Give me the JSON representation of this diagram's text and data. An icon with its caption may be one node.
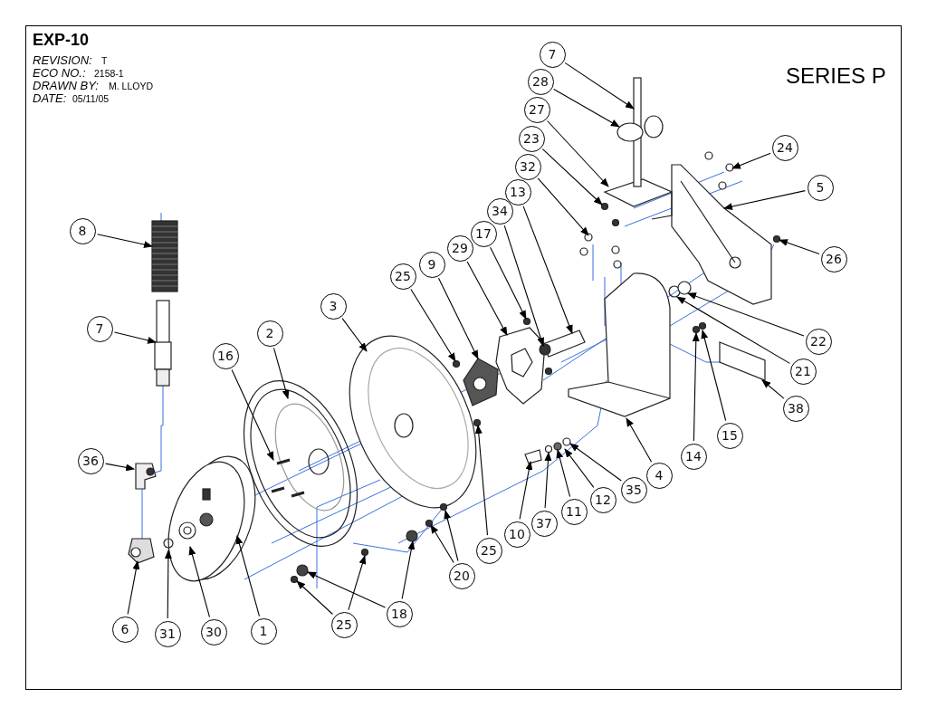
{
  "diagram": {
    "nodes": [
      {
        "text": [
          "7"
        ]
      },
      {
        "text": [
          "28"
        ]
      },
      {
        "text": [
          "27"
        ]
      },
      {
        "text": [
          "23"
        ]
      },
      {
        "text": [
          "32"
        ]
      },
      {
        "text": [
          "13"
        ]
      },
      {
        "text": [
          "34"
        ]
      },
      {
        "text": [
          "17"
        ]
      },
      {
        "text": [
          "29"
        ]
      },
      {
        "text": [
          "9"
        ]
      },
      {
        "text": [
          "25"
        ]
      },
      {
        "text": [
          "3"
        ]
      },
      {
        "text": [
          "2"
        ]
      },
      {
        "text": [
          "16"
        ]
      },
      {
        "text": [
          "8"
        ]
      },
      {
        "text": [
          "7"
        ]
      },
      {
        "text": [
          "36"
        ]
      },
      {
        "text": [
          "24"
        ]
      },
      {
        "text": [
          "5"
        ]
      },
      {
        "text": [
          "26"
        ]
      },
      {
        "text": [
          "22"
        ]
      },
      {
        "text": [
          "21"
        ]
      },
      {
        "text": [
          "38"
        ]
      },
      {
        "text": [
          "15"
        ]
      },
      {
        "text": [
          "14"
        ]
      },
      {
        "text": [
          "4"
        ]
      },
      {
        "text": [
          "35"
        ]
      },
      {
        "text": [
          "12"
        ]
      },
      {
        "text": [
          "11"
        ]
      },
      {
        "text": [
          "37"
        ]
      },
      {
        "text": [
          "10"
        ]
      },
      {
        "text": [
          "25"
        ]
      },
      {
        "text": [
          "20"
        ]
      },
      {
        "text": [
          "18"
        ]
      },
      {
        "text": [
          "25"
        ]
      },
      {
        "text": [
          "1"
        ]
      },
      {
        "text": [
          "30"
        ]
      },
      {
        "text": [
          "31"
        ]
      },
      {
        "text": [
          "6"
        ]
      }
    ],
    "edges": [
      {
        "from": 0,
        "to": null,
        "arrow": "to"
      },
      {
        "from": 1,
        "to": null,
        "arrow": "to"
      },
      {
        "from": 2,
        "to": null,
        "arrow": "to"
      },
      {
        "from": 3,
        "to": null,
        "arrow": "to"
      },
      {
        "from": 4,
        "to": null,
        "arrow": "to"
      },
      {
        "from": 5,
        "to": null,
        "arrow": "to"
      },
      {
        "from": 6,
        "to": null,
        "arrow": "to"
      },
      {
        "from": 7,
        "to": null,
        "arrow": "to"
      },
      {
        "from": 8,
        "to": null,
        "arrow": "to"
      },
      {
        "from": 9,
        "to": null,
        "arrow": "to"
      },
      {
        "from": 10,
        "to": null,
        "arrow": "to"
      },
      {
        "from": 11,
        "to": null,
        "arrow": "to"
      },
      {
        "from": 12,
        "to": null,
        "arrow": "to"
      },
      {
        "from": 13,
        "to": null,
        "arrow": "to"
      },
      {
        "from": 14,
        "to": null,
        "arrow": "to"
      },
      {
        "from": 15,
        "to": null,
        "arrow": "to"
      },
      {
        "from": 16,
        "to": null,
        "arrow": "to"
      },
      {
        "from": 17,
        "to": null,
        "arrow": "to"
      },
      {
        "from": 18,
        "to": null,
        "arrow": "to"
      },
      {
        "from": 19,
        "to": null,
        "arrow": "to"
      },
      {
        "from": 20,
        "to": null,
        "arrow": "to"
      },
      {
        "from": 21,
        "to": null,
        "arrow": "to"
      },
      {
        "from": 22,
        "to": null,
        "arrow": "to"
      },
      {
        "from": 23,
        "to": null,
        "arrow": "to"
      },
      {
        "from": 24,
        "to": null,
        "arrow": "to"
      },
      {
        "from": 25,
        "to": null,
        "arrow": "to"
      },
      {
        "from": 26,
        "to": null,
        "arrow": "to"
      },
      {
        "from": 27,
        "to": null,
        "arrow": "to"
      },
      {
        "from": 28,
        "to": null,
        "arrow": "to"
      },
      {
        "from": 29,
        "to": null,
        "arrow": "to"
      },
      {
        "from": 30,
        "to": null,
        "arrow": "to"
      },
      {
        "from": 31,
        "to": null,
        "arrow": "to"
      },
      {
        "from": 32,
        "to": null,
        "arrow": "to"
      },
      {
        "from": 32,
        "to": null,
        "arrow": "to"
      },
      {
        "from": 33,
        "to": null,
        "arrow": "to"
      },
      {
        "from": 33,
        "to": null,
        "arrow": "to"
      },
      {
        "from": 34,
        "to": null,
        "arrow": "to"
      },
      {
        "from": 34,
        "to": null,
        "arrow": "to"
      },
      {
        "from": 35,
        "to": null,
        "arrow": "to"
      },
      {
        "from": 36,
        "to": null,
        "arrow": "to"
      },
      {
        "from": 37,
        "to": null,
        "arrow": "to"
      },
      {
        "from": 38,
        "to": null,
        "arrow": "to"
      }
    ],
    "labels": [
      "EXP-10",
      "REVISION:",
      "T",
      "ECO NO.:",
      "2158-1",
      "DRAWN BY:",
      "M. LLOYD",
      "DATE:",
      "05/11/05",
      "SERIES P"
    ]
  }
}
